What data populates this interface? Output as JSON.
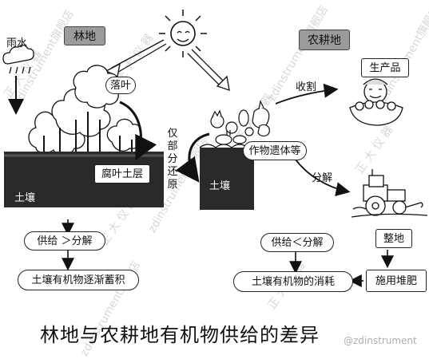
{
  "left": {
    "tag": "林地",
    "rain": "雨水",
    "fallen_leaves": "落叶",
    "humus_layer": "腐叶土层",
    "soil": "土壤",
    "supply_gt_decompose": "供给 ＞分解",
    "accumulate": "土壤有机物逐渐蓄积"
  },
  "right": {
    "tag": "农耕地",
    "harvest": "收割",
    "product": "生产品",
    "partial_return": "仅部分还原",
    "crop_residue": "作物遗体等",
    "decompose": "分解",
    "soil": "土壤",
    "land_prep": "整地",
    "supply_lt_decompose": "供给＜分解",
    "consumption": "土壤有机物的消耗",
    "apply_compost": "施用堆肥"
  },
  "title": "林地与农耕地有机物供给的差异",
  "watermark": {
    "brand": "正 大 仪 器",
    "shop": "zdinstrument旗舰店",
    "corner": "@zdinstrument"
  }
}
